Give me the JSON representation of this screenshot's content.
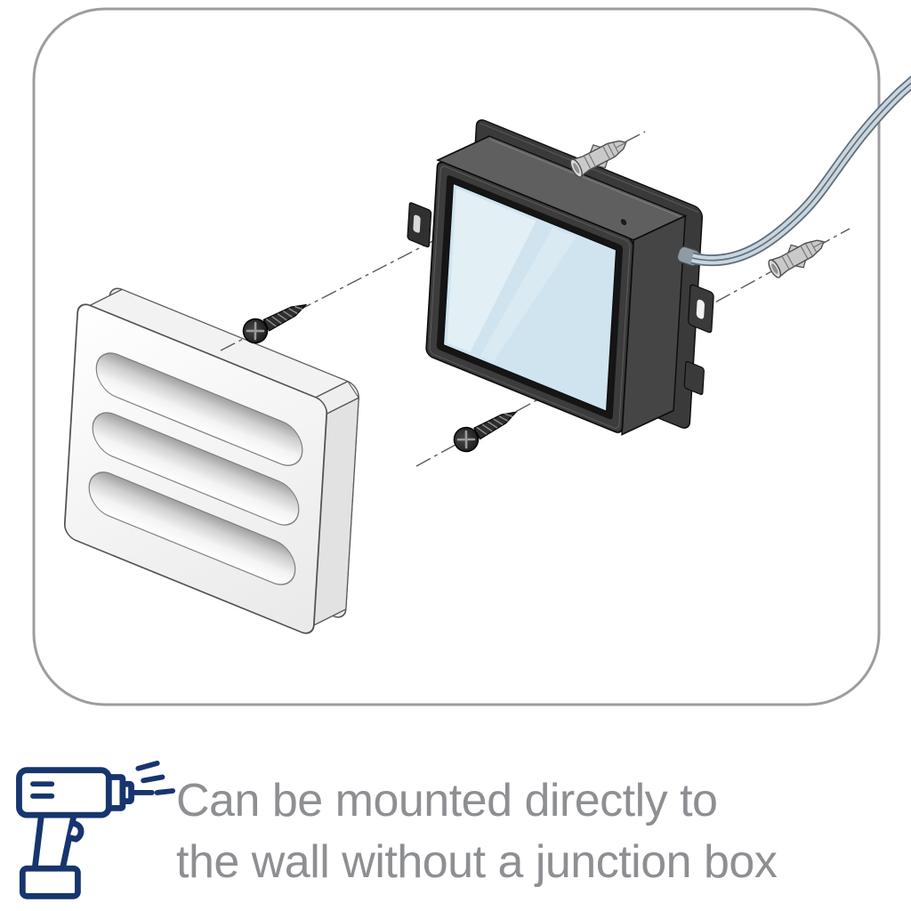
{
  "caption": {
    "line1": "Can be mounted directly to",
    "line2": "the wall without a junction box"
  },
  "colors": {
    "caption-text": "#8d8f92",
    "drill-blue": "#17356e",
    "frame-gray": "#9b9da0",
    "glass-blue": "#cfe4ef",
    "fixture-dark": "#3c3c3c",
    "metal-gray": "#c9c9c9",
    "cable-gray": "#c9d6df"
  },
  "diagram": {
    "parts": [
      "louvered-faceplate",
      "light-fixture-body",
      "rear-mounting-plate",
      "glass-lens",
      "mounting-screws",
      "wall-anchors",
      "power-cable"
    ]
  },
  "icon": {
    "name": "drill-icon"
  }
}
